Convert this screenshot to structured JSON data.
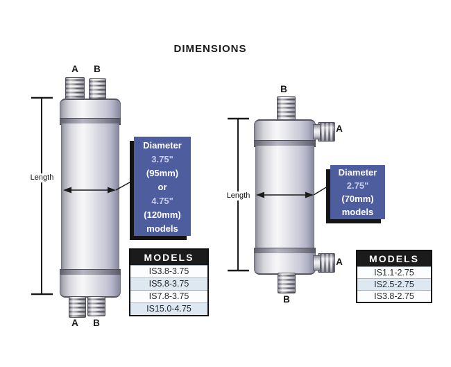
{
  "title": "DIMENSIONS",
  "left_unit": {
    "description": "large diameter cylinder with two top and two bottom threaded ports",
    "top_ports": {
      "a": "A",
      "b": "B"
    },
    "bottom_ports": {
      "a": "A",
      "b": "B"
    },
    "length_label": "Length",
    "note": {
      "lines": [
        "Diameter",
        "3.75\"",
        "(95mm)",
        "or",
        "4.75\"",
        "(120mm)",
        "models"
      ]
    },
    "models": {
      "header": "MODELS",
      "rows": [
        "IS3.8-3.75",
        "IS5.8-3.75",
        "IS7.8-3.75",
        "IS15.0-4.75"
      ]
    }
  },
  "right_unit": {
    "description": "small diameter cylinder with top/bottom ports and two side ports",
    "top_port": "B",
    "side_top_port": "A",
    "side_bottom_port": "A",
    "bottom_port": "B",
    "length_label": "Length",
    "note": {
      "lines": [
        "Diameter",
        "2.75\"",
        "(70mm)",
        "models"
      ]
    },
    "models": {
      "header": "MODELS",
      "rows": [
        "IS1.1-2.75",
        "IS2.5-2.75",
        "IS3.8-2.75"
      ]
    }
  },
  "colors": {
    "note_bg": "#4e5d9e",
    "note_shadow": "#141414",
    "table_header_bg": "#1b1b1b",
    "table_alt_row": "#dde8f1"
  }
}
